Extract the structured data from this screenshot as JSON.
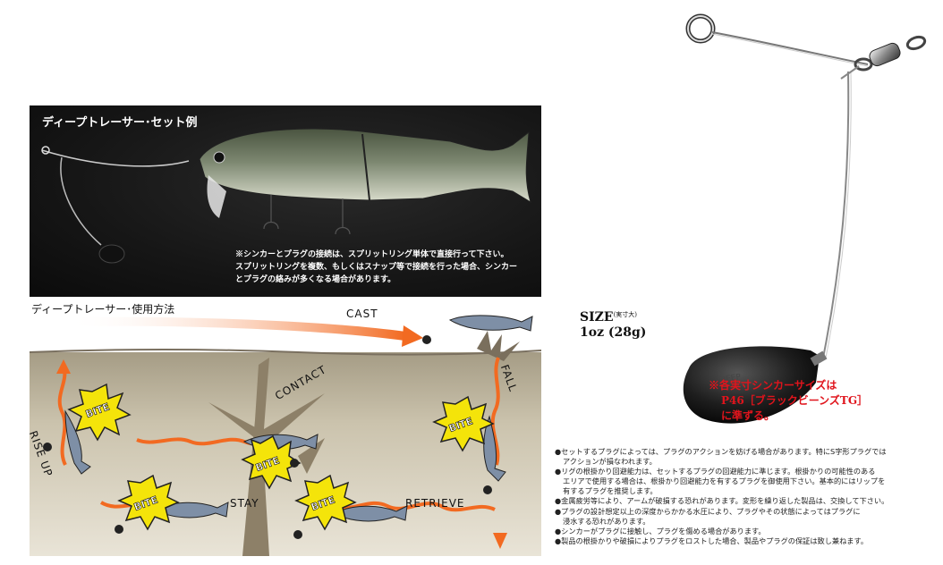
{
  "photo": {
    "title": "ディープトレーサー･セット例",
    "note_lines": [
      "※シンカーとプラグの接続は、スプリットリング単体で直接行って下さい。",
      "スプリットリングを複数、もしくはスナップ等で接続を行った場合、シンカー",
      "とプラグの絡みが多くなる場合があります。"
    ]
  },
  "usage": {
    "title": "ディープトレーサー･使用方法",
    "labels": {
      "cast": "CAST",
      "fall": "FALL",
      "contact": "CONTACT",
      "stay": "STAY",
      "retrieve": "RETRIEVE",
      "rise_up": "RISE UP"
    },
    "bite": "BITE"
  },
  "product": {
    "size_label": "SIZE",
    "size_sub": "(実寸大)",
    "size_value": "1oz (28g)",
    "red_note": [
      "※各実寸シンカーサイズは",
      "P46［ブラックビーンズTG］",
      "に準ずる。"
    ]
  },
  "notes": [
    {
      "text": "●セットするプラグによっては、プラグのアクションを妨げる場合があります。特にS字形プラグでは",
      "cont": [
        "アクションが損なわれます。"
      ]
    },
    {
      "text": "●リグの根掛かり回避能力は、セットするプラグの回避能力に準じます。根掛かりの可能性のある",
      "cont": [
        "エリアで使用する場合は、根掛かり回避能力を有するプラグを御使用下さい。基本的にはリップを",
        "有するプラグを推奨します。"
      ]
    },
    {
      "text": "●金属疲労等により、アームが破損する恐れがあります。変形を繰り返した製品は、交換して下さい。",
      "cont": []
    },
    {
      "text": "●プラグの設計想定以上の深度からかかる水圧により、プラグやその状態によってはプラグに",
      "cont": [
        "浸水する恐れがあります。"
      ]
    },
    {
      "text": "●シンカーがプラグに接触し、プラグを傷める場合があります。",
      "cont": []
    },
    {
      "text": "●製品の根掛かりや破損によりプラグをロストした場合、製品やプラグの保証は致し兼ねます。",
      "cont": []
    }
  ],
  "colors": {
    "accent_orange": "#f26a21",
    "bite_yellow": "#f4e40a",
    "water": "#bdb39c",
    "note_red": "#e0141c"
  }
}
